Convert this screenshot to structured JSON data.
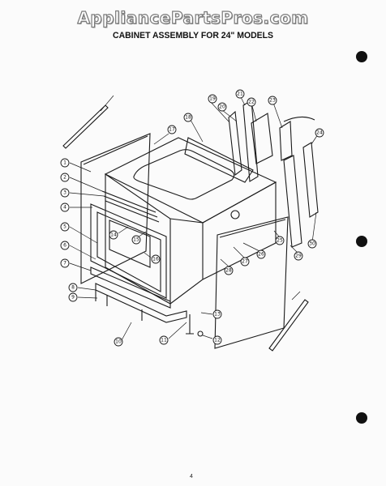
{
  "watermark": "AppliancePartsPros.com",
  "title": "CABINET ASSEMBLY FOR 24\" MODELS",
  "page_number": "4",
  "callouts": [
    "1",
    "2",
    "3",
    "4",
    "5",
    "6",
    "7",
    "8",
    "9",
    "10",
    "11",
    "12",
    "13",
    "14",
    "15",
    "16",
    "17",
    "18",
    "19",
    "20",
    "21",
    "22",
    "23",
    "24",
    "25",
    "26",
    "27",
    "28",
    "29",
    "30"
  ]
}
